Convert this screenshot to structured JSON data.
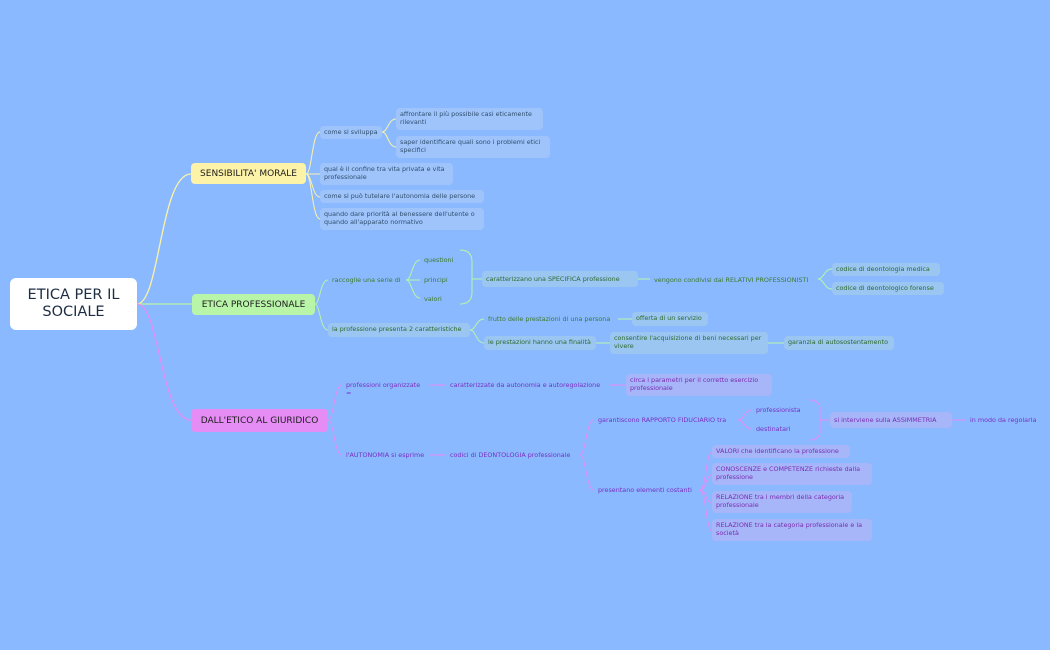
{
  "root": {
    "label": "ETICA PER IL SOCIALE"
  },
  "branches": {
    "sensibilita": {
      "label": "SENSIBILITA' MORALE",
      "come_si_sviluppa": "come si sviluppa",
      "sviluppo_1": "affrontare il più possibile casi eticamente rilevanti",
      "sviluppo_2": "saper identificare quali sono i problemi etici specifici",
      "confine": "qual è il confine tra vita privata e vita professionale",
      "autonomia": "come si può tutelare l'autonomia delle persone",
      "priorita": "quando dare priorità al benessere dell'utente o quando all'apparato normativo"
    },
    "professionale": {
      "label": "ETICA PROFESSIONALE",
      "raccoglie": "raccoglie una serie di",
      "questioni": "questioni",
      "principi": "principi",
      "valori": "valori",
      "caratterizzano": "caratterizzano una SPECIFICA professione",
      "condivisi": "vengono condivisi dai RELATIVI PROFESSIONISTI",
      "codice_medica": "codice di deontologia medica",
      "codice_forense": "codice di deontologico forense",
      "presenta": "la professione presenta 2 caratteristiche",
      "frutto": "frutto delle prestazioni di una persona",
      "offerta": "offerta di un servizio",
      "finalita": "le prestazioni hanno una finalità",
      "consentire": "consentire l'acquisizione di beni necessari per vivere",
      "garanzia": "garanzia di autosostentamento"
    },
    "giuridico": {
      "label": "DALL'ETICO AL GIURIDICO",
      "organizzate": "professioni organizzate =",
      "caratterizzate": "caratterizzate da autonomia e autoregolazione",
      "circa": "circa i parametri per il corretto esercizio professionale",
      "autonomia": "l'AUTONOMIA si esprime",
      "codici": "codici di DEONTOLOGIA professionale",
      "garantiscono": "garantiscono RAPPORTO FIDUCIARIO tra",
      "professionista": "professionista",
      "destinatari": "destinatari",
      "asimmetria": "si interviene sulla ASSIMMETRIA",
      "regolarla": "in modo da regolarla",
      "costanti": "presentano elementi costanti",
      "valori": "VALORI che identificano la professione",
      "conoscenze": "CONOSCENZE e COMPETENZE richieste dalla professione",
      "relazione_membri": "RELAZIONE tra i membri della categoria professionale",
      "relazione_societa": "RELAZIONE tra la categoria professionale e la società"
    }
  },
  "colors": {
    "background": "#8ab9ff",
    "branch_yellow": "#fdf3a8",
    "branch_green": "#b8f5a8",
    "branch_purple": "#e58cf5"
  }
}
